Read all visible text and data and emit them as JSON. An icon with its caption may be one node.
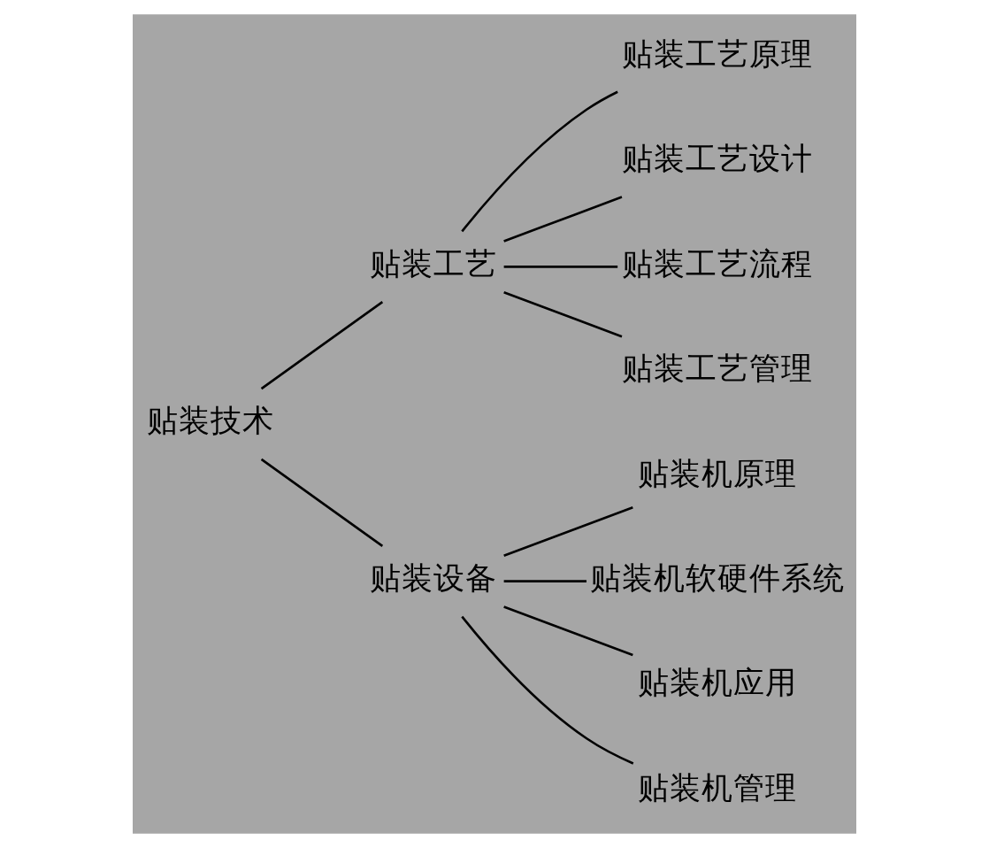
{
  "diagram": {
    "nodes": [
      {
        "text": [
          "贴装技术"
        ]
      },
      {
        "text": [
          "贴装工艺"
        ]
      },
      {
        "text": [
          "贴装设备"
        ]
      },
      {
        "text": [
          "贴装工艺原理"
        ]
      },
      {
        "text": [
          "贴装工艺设计"
        ]
      },
      {
        "text": [
          "贴装工艺流程"
        ]
      },
      {
        "text": [
          "贴装工艺管理"
        ]
      },
      {
        "text": [
          "贴装机原理"
        ]
      },
      {
        "text": [
          "贴装机软硬件系统"
        ]
      },
      {
        "text": [
          "贴装机应用"
        ]
      },
      {
        "text": [
          "贴装机管理"
        ]
      }
    ],
    "edges": [
      {
        "from": 0,
        "to": 1,
        "arrow": "none"
      },
      {
        "from": 0,
        "to": 2,
        "arrow": "none"
      },
      {
        "from": 1,
        "to": 3,
        "arrow": "none"
      },
      {
        "from": 1,
        "to": 4,
        "arrow": "none"
      },
      {
        "from": 1,
        "to": 5,
        "arrow": "none"
      },
      {
        "from": 1,
        "to": 6,
        "arrow": "none"
      },
      {
        "from": 2,
        "to": 7,
        "arrow": "none"
      },
      {
        "from": 2,
        "to": 8,
        "arrow": "none"
      },
      {
        "from": 2,
        "to": 9,
        "arrow": "none"
      },
      {
        "from": 2,
        "to": 10,
        "arrow": "none"
      }
    ]
  }
}
